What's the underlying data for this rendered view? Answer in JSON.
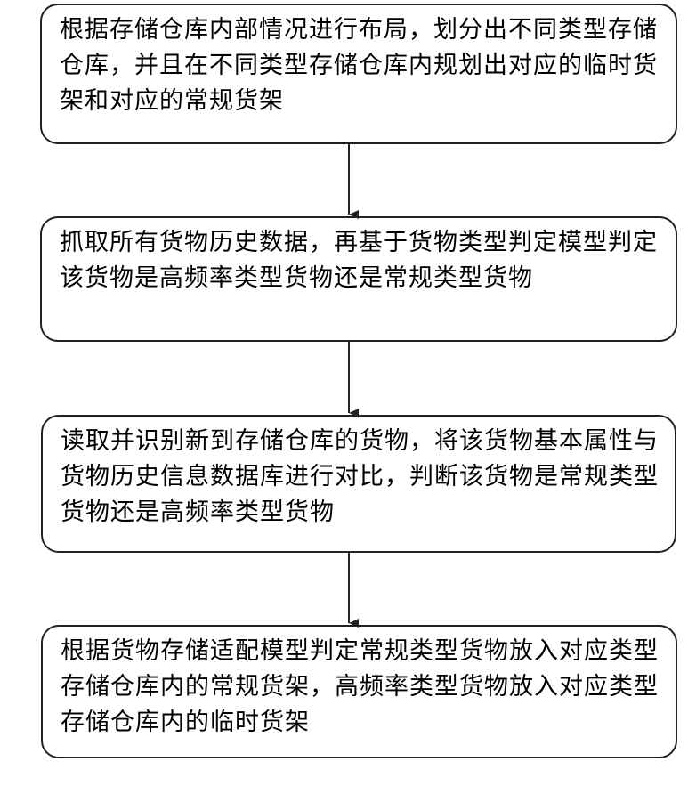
{
  "flowchart": {
    "steps": [
      {
        "text": "根据存储仓库内部情况进行布局，划分出不同类型存储仓库，并且在不同类型存储仓库内规划出对应的临时货架和对应的常规货架"
      },
      {
        "text": "抓取所有货物历史数据，再基于货物类型判定模型判定该货物是高频率类型货物还是常规类型货物"
      },
      {
        "text": "读取并识别新到存储仓库的货物，将该货物基本属性与货物历史信息数据库进行对比，判断该货物是常规类型货物还是高频率类型货物"
      },
      {
        "text": "根据货物存储适配模型判定常规类型货物放入对应类型存储仓库内的常规货架，高频率类型货物放入对应类型存储仓库内的临时货架"
      }
    ],
    "colors": {
      "border": "#222222",
      "arrow": "#222222",
      "background": "#ffffff"
    }
  }
}
